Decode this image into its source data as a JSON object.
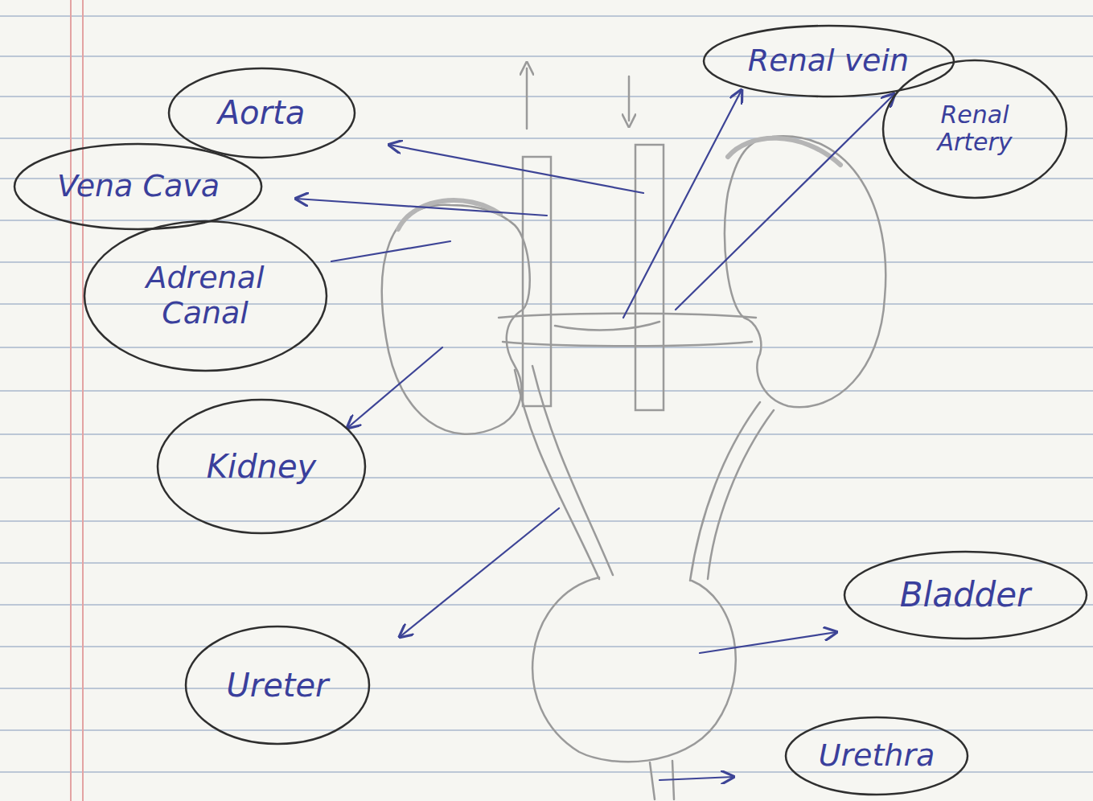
{
  "diagram": {
    "nodes": [
      {
        "text": [
          "Renal vein"
        ]
      },
      {
        "text": [
          "Aorta"
        ]
      },
      {
        "text": [
          "Renal Artery"
        ]
      },
      {
        "text": [
          "Vena Cava"
        ]
      },
      {
        "text": [
          "Adrenal Canal"
        ]
      },
      {
        "text": [
          "Kidney"
        ]
      },
      {
        "text": [
          "Bladder"
        ]
      },
      {
        "text": [
          "Ureter"
        ]
      },
      {
        "text": [
          "Urethra"
        ]
      }
    ]
  }
}
